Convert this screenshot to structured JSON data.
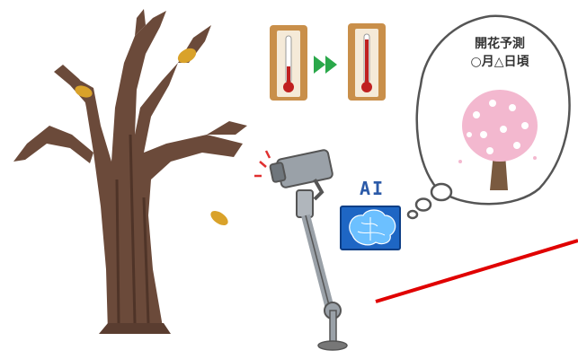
{
  "bubble": {
    "line1": "開花予測",
    "line2": "○月△日頃"
  },
  "ai_label": "AI",
  "colors": {
    "trunk": "#6b4a3a",
    "leaf": "#d9a22a",
    "thermo_frame": "#c98f4a",
    "arrow": "#2aa84a",
    "blossom": "#f3b8cf",
    "brain_panel": "#1e66c4",
    "ai_text": "#2b5aa8",
    "red_line": "#e00000"
  },
  "icons": [
    "bare-tree-icon",
    "thermometer-low-icon",
    "forward-arrows-icon",
    "thermometer-high-icon",
    "thought-bubble-icon",
    "cherry-blossom-tree-icon",
    "camera-icon",
    "brain-icon"
  ]
}
